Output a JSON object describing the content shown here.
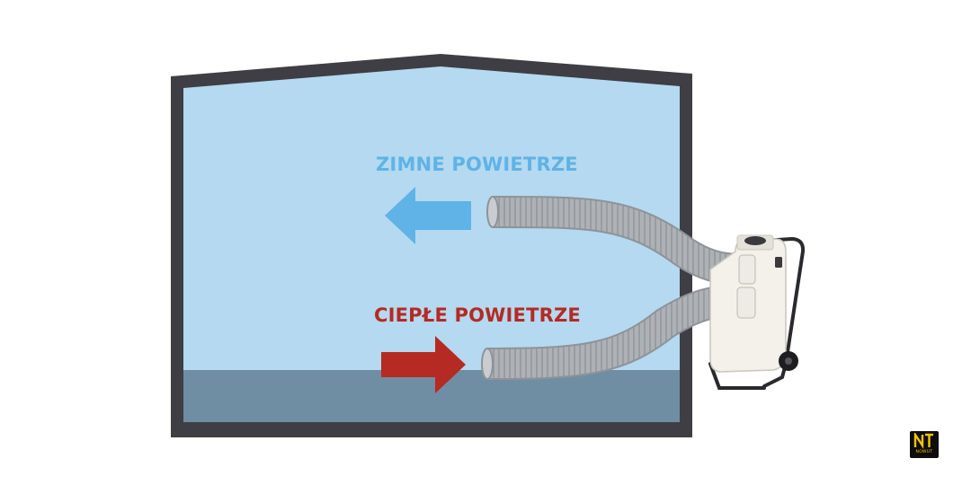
{
  "labels": {
    "cold_air": "ZIMNE POWIETRZE",
    "warm_air": "CIEPŁE POWIETRZE"
  },
  "logo": {
    "text": "NOWUT",
    "icon": "brand-logo-icon"
  },
  "colors": {
    "wall": "#3e3e44",
    "room_fill": "#b4d9f0",
    "floor_fill": "#6f8ea4",
    "cold_arrow": "#5fb3e6",
    "warm_arrow": "#b52a22",
    "cold_text": "#5fb3e6",
    "warm_text": "#b52a22",
    "hose": "#a9adb3",
    "unit_body": "#f3f1ea",
    "logo_bg": "#0d0d0d",
    "logo_fg": "#f5c400"
  },
  "icons": {
    "cold_arrow": "arrow-left-icon",
    "warm_arrow": "arrow-right-icon",
    "device": "dehumidifier-icon"
  }
}
